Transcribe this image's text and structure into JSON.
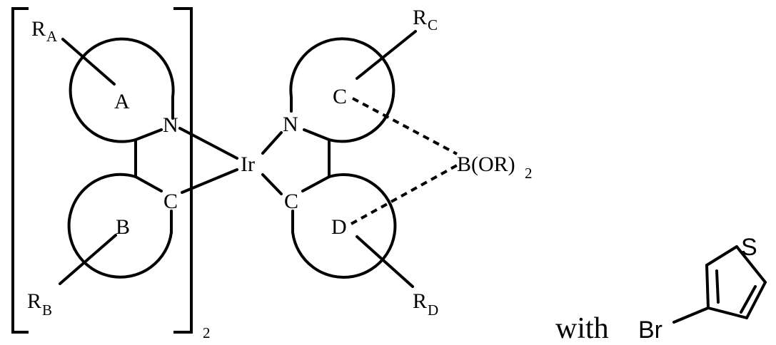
{
  "ligand": {
    "ring_a": "A",
    "ring_b": "B",
    "n_atom": "N",
    "c_atom": "C",
    "r_a": "R",
    "r_a_sub": "A",
    "r_b": "R",
    "r_b_sub": "B",
    "multiplier": "2"
  },
  "metal": "Ir",
  "boronate_ligand": {
    "n_atom": "N",
    "c_atom": "C",
    "ring_c": "C",
    "ring_d": "D",
    "r_c": "R",
    "r_c_sub": "C",
    "r_d": "R",
    "r_d_sub": "D",
    "boron_group": "B(OR)",
    "boron_group_sub": "2"
  },
  "reagent": {
    "connector": "with",
    "bromo": "Br",
    "sulfur": "S"
  }
}
